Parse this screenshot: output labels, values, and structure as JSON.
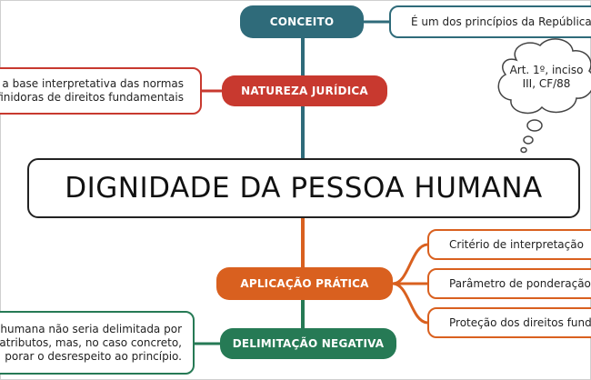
{
  "central": {
    "label": "DIGNIDADE DA PESSOA HUMANA"
  },
  "branches": {
    "conceito": {
      "label": "CONCEITO",
      "note": "É um dos princípios da República",
      "cloud": [
        "Art. 1º, inciso",
        "III, CF/88"
      ]
    },
    "natureza": {
      "label": "NATUREZA JURÍDICA",
      "note": [
        "a base interpretativa das normas",
        "finidoras de direitos fundamentais"
      ]
    },
    "aplicacao": {
      "label": "APLICAÇÃO PRÁTICA",
      "items": [
        "Critério de interpretação",
        "Parâmetro de ponderação",
        "Proteção dos direitos fund"
      ]
    },
    "delimitacao": {
      "label": "DELIMITAÇÃO NEGATIVA",
      "note": [
        "a humana não seria delimitada por",
        "eu atributos, mas, no caso concreto,",
        "porar o desrespeito ao princípio."
      ]
    }
  },
  "colors": {
    "conceito": "#2f6b7a",
    "natureza": "#c8392f",
    "aplicacao": "#d9601f",
    "delimitacao": "#267a55",
    "central_border": "#222222"
  }
}
